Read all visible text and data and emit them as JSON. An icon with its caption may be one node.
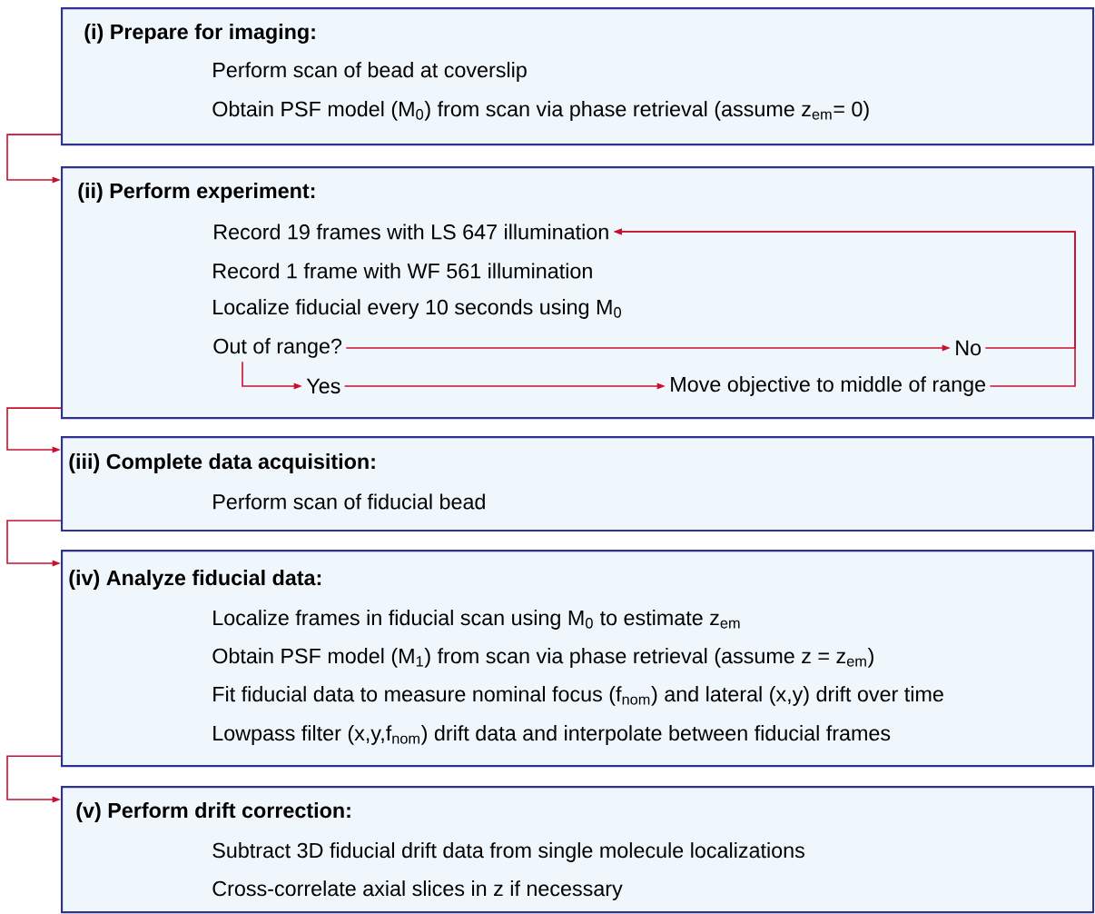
{
  "diagram": {
    "nodes": [
      {
        "text": [
          "(i) Prepare for imaging:",
          "Perform scan of bead at coverslip",
          "Obtain PSF model (M$_{0}$) from scan via phase retrieval (assume z$_{em}$= 0)"
        ]
      },
      {
        "text": [
          "(ii) Perform experiment:",
          "Record 1 frame with WF 561 illumination",
          "Localize fiducial every 10 seconds using M$_{0}$"
        ]
      },
      {
        "text": [
          "Record 19 frames with LS 647 illumination"
        ],
        "in": 1
      },
      {
        "text": [
          "Out of range?"
        ],
        "in": 1
      },
      {
        "text": [
          "No"
        ],
        "in": 1
      },
      {
        "text": [
          "Yes"
        ],
        "in": 1
      },
      {
        "text": [
          "Move objective to middle of range"
        ],
        "in": 1
      },
      {
        "text": [
          "(iii) Complete data acquisition:",
          "Perform scan of fiducial bead"
        ]
      },
      {
        "text": [
          "(iv) Analyze fiducial data:",
          "Localize frames in fiducial scan using M$_{0}$ to estimate z$_{em}$",
          "Obtain PSF model (M$_{1}$) from scan via phase retrieval (assume z = z$_{em}$)",
          "Fit fiducial data to measure nominal focus (f$_{nom}$) and lateral (x,y) drift over time",
          "Lowpass filter (x,y,f$_{nom}$) drift data and interpolate between fiducial frames"
        ]
      },
      {
        "text": [
          "(v) Perform drift correction:",
          "Subtract 3D fiducial drift data from single molecule localizations",
          "Cross-correlate axial slices in z if necessary"
        ]
      }
    ],
    "edges": [
      {
        "from": 0,
        "to": 1,
        "arrow": "to"
      },
      {
        "from": 1,
        "to": 7,
        "arrow": "to"
      },
      {
        "from": 7,
        "to": 8,
        "arrow": "to"
      },
      {
        "from": 8,
        "to": 9,
        "arrow": "to"
      },
      {
        "from": 3,
        "to": 4,
        "arrow": "to"
      },
      {
        "from": 3,
        "to": 5,
        "arrow": "to"
      },
      {
        "from": 5,
        "to": 6,
        "arrow": "to"
      },
      {
        "from": 4,
        "to": 2,
        "arrow": "to"
      },
      {
        "from": 6,
        "to": 2,
        "arrow": "to"
      }
    ]
  }
}
